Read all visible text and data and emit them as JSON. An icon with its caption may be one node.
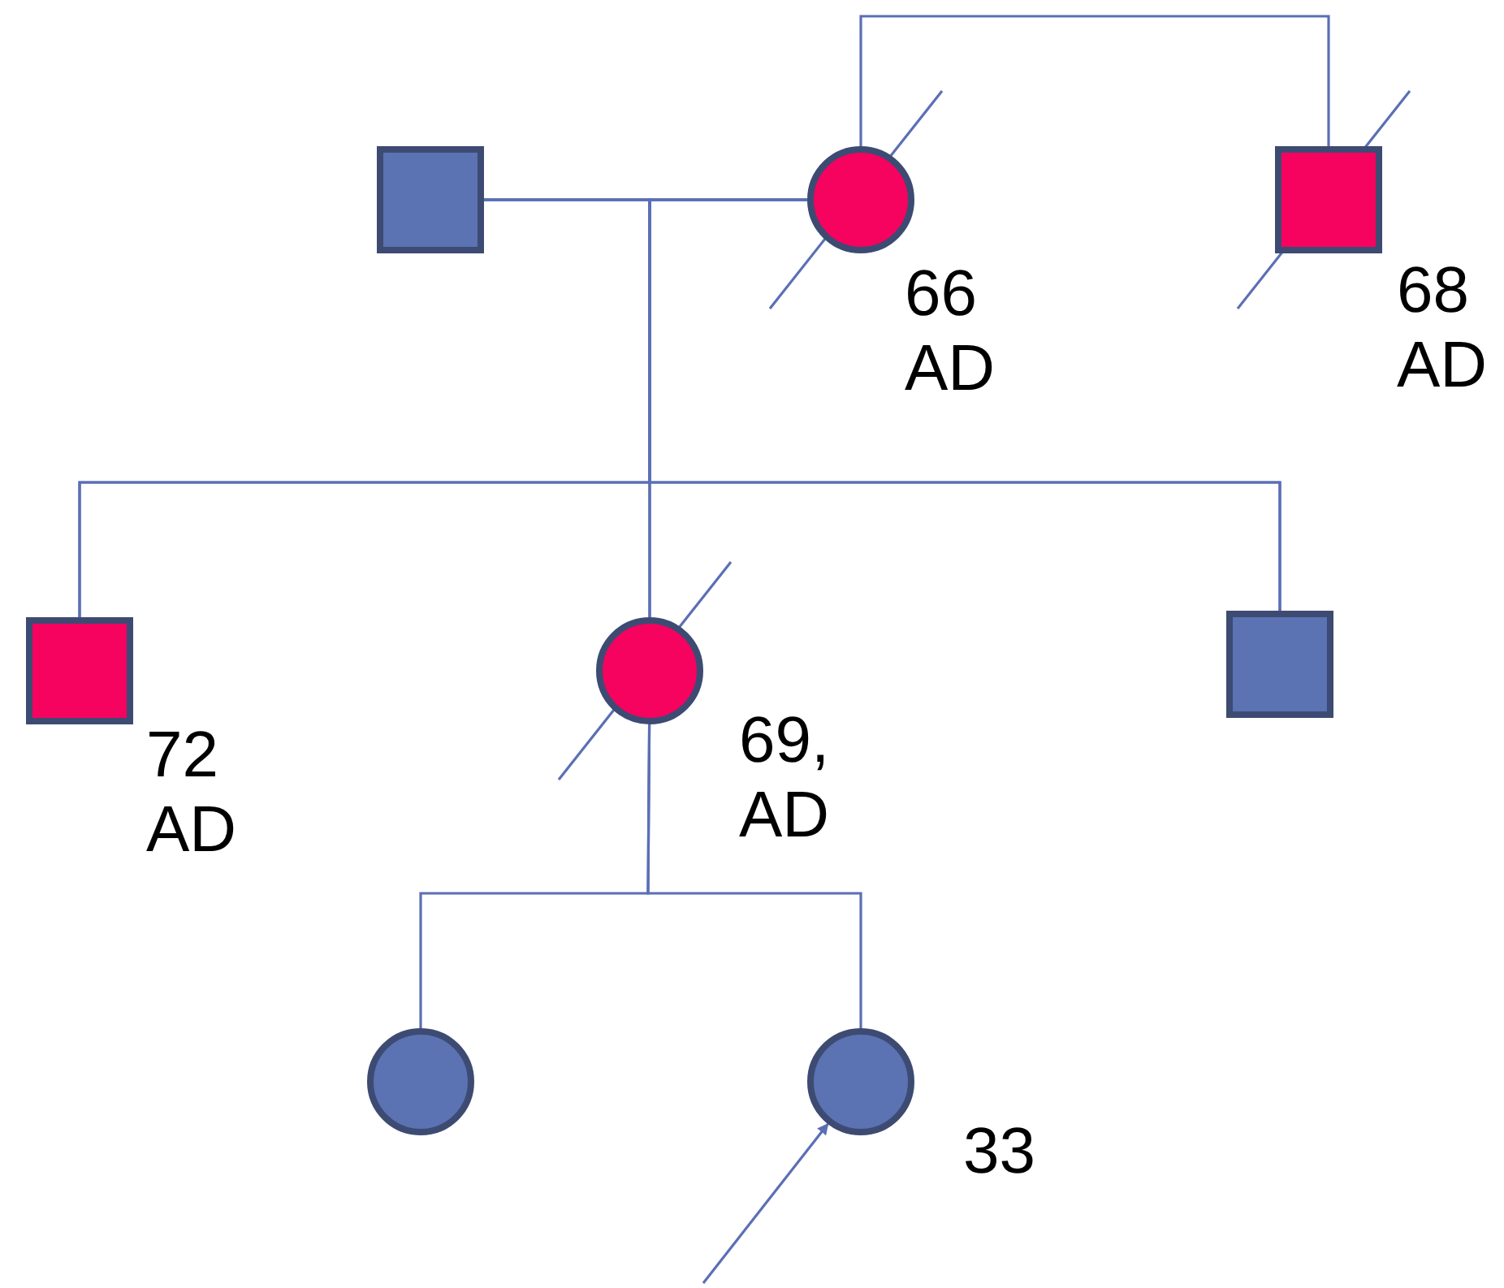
{
  "diagram": {
    "nodes": [
      {
        "text": [],
        "shape": "box"
      },
      {
        "text": [],
        "shape": "circle",
        "beside": [
          "66 AD"
        ]
      },
      {
        "text": [],
        "shape": "box",
        "beside": [
          "68 AD"
        ]
      },
      {
        "text": [],
        "shape": "box",
        "beside": [
          "72 AD"
        ]
      },
      {
        "text": [],
        "shape": "circle",
        "beside": [
          "69, AD"
        ]
      },
      {
        "text": [],
        "shape": "box"
      },
      {
        "text": [],
        "shape": "circle"
      },
      {
        "text": [],
        "shape": "circle",
        "beside": [
          "33"
        ]
      }
    ],
    "edges": [
      {
        "from": 0,
        "to": 1,
        "arrow": "none"
      },
      {
        "from": 1,
        "to": 2,
        "arrow": "none"
      },
      {
        "from": 0,
        "to": 3,
        "arrow": "none"
      },
      {
        "from": 1,
        "to": 3,
        "arrow": "none"
      },
      {
        "from": 0,
        "to": 4,
        "arrow": "none"
      },
      {
        "from": 1,
        "to": 4,
        "arrow": "none"
      },
      {
        "from": 0,
        "to": 5,
        "arrow": "none"
      },
      {
        "from": 1,
        "to": 5,
        "arrow": "none"
      },
      {
        "from": 4,
        "to": 6,
        "arrow": "none"
      },
      {
        "from": 4,
        "to": 7,
        "arrow": "none"
      },
      {
        "from": null,
        "to": 7,
        "arrow": "to"
      }
    ]
  }
}
